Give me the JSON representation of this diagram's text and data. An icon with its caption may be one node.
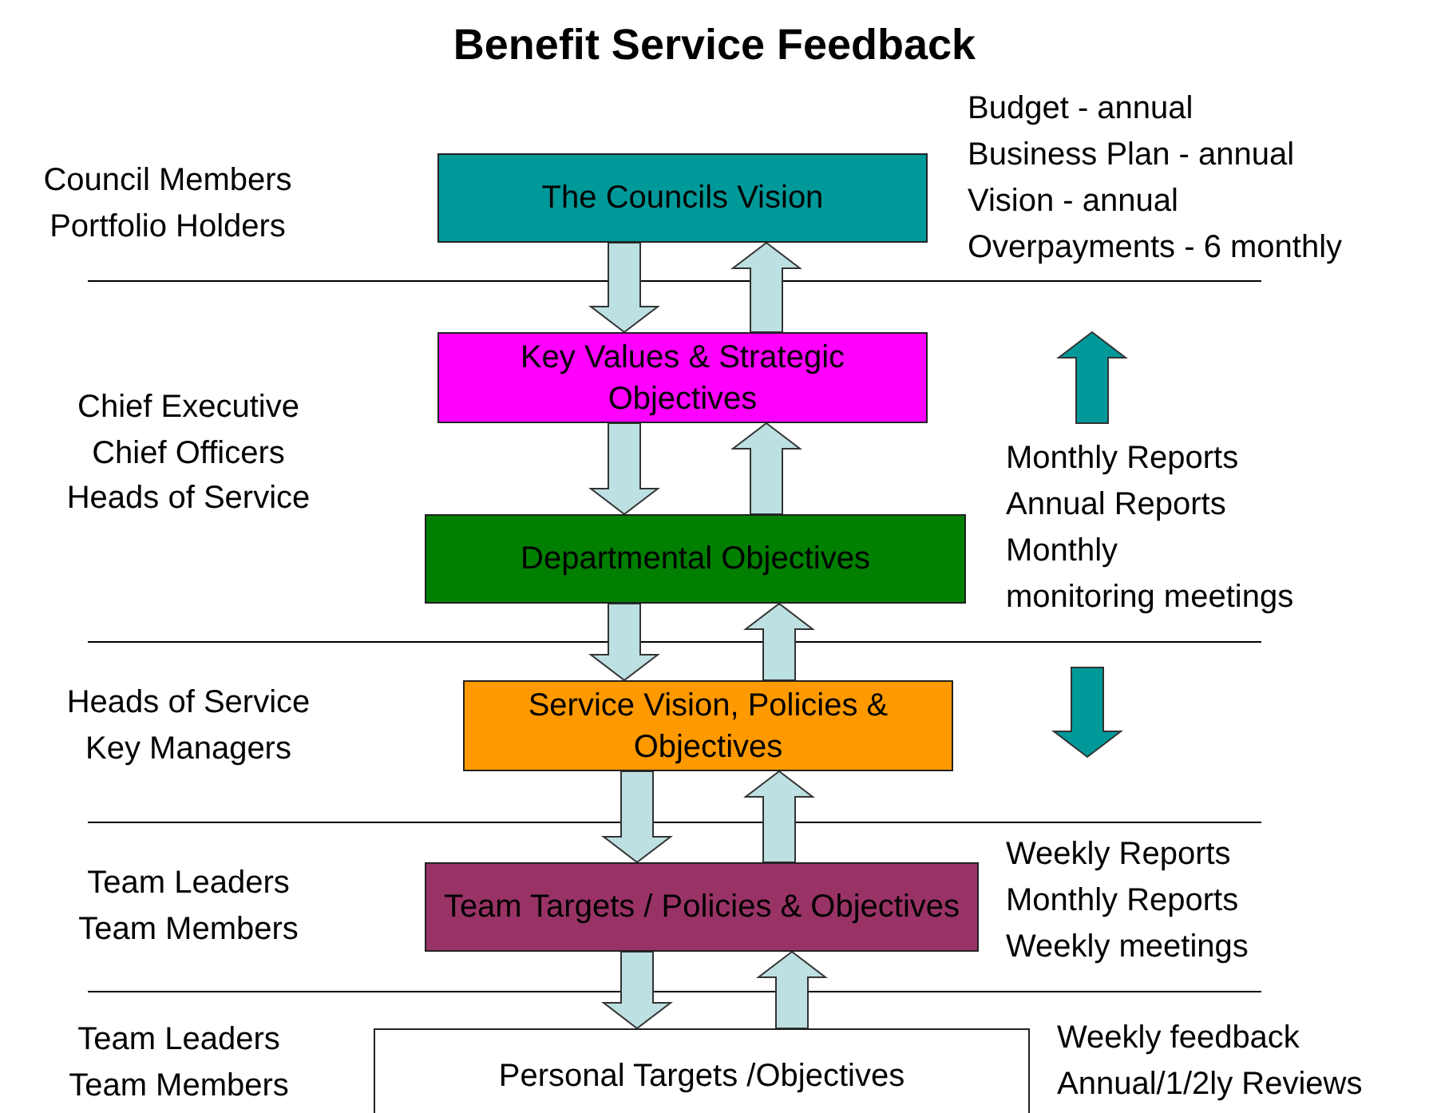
{
  "diagram": {
    "title": "Benefit Service Feedback",
    "nodes": [
      {
        "text": [
          "The Councils Vision"
        ]
      },
      {
        "text": [
          "Key Values & Strategic Objectives"
        ]
      },
      {
        "text": [
          "Departmental Objectives"
        ]
      },
      {
        "text": [
          "Service Vision, Policies & Objectives"
        ]
      },
      {
        "text": [
          "Team Targets / Policies & Objectives"
        ]
      },
      {
        "text": [
          "Personal Targets /Objectives"
        ]
      }
    ],
    "edges": [
      {
        "from": 0,
        "to": 1,
        "arrow": "to"
      },
      {
        "from": 1,
        "to": 0,
        "arrow": "to"
      },
      {
        "from": 1,
        "to": 2,
        "arrow": "to"
      },
      {
        "from": 2,
        "to": 1,
        "arrow": "to"
      },
      {
        "from": 2,
        "to": 3,
        "arrow": "to"
      },
      {
        "from": 3,
        "to": 2,
        "arrow": "to"
      },
      {
        "from": 3,
        "to": 4,
        "arrow": "to"
      },
      {
        "from": 4,
        "to": 3,
        "arrow": "to"
      },
      {
        "from": 4,
        "to": 5,
        "arrow": "to"
      },
      {
        "from": 5,
        "to": 4,
        "arrow": "to"
      }
    ],
    "labels": [
      "Council Members",
      "Portfolio Holders",
      "Budget - annual",
      "Business Plan - annual",
      "Vision - annual",
      "Overpayments - 6 monthly",
      "Chief Executive",
      "Chief Officers",
      "Heads of Service",
      "Monthly Reports",
      "Annual Reports",
      "Monthly",
      "monitoring meetings",
      "Heads of Service",
      "Key Managers",
      "Team Leaders",
      "Team Members",
      "Weekly Reports",
      "Monthly Reports",
      "Weekly meetings",
      "Team Leaders",
      "Team Members",
      "Weekly feedback",
      "Annual/1/2ly Reviews"
    ]
  }
}
